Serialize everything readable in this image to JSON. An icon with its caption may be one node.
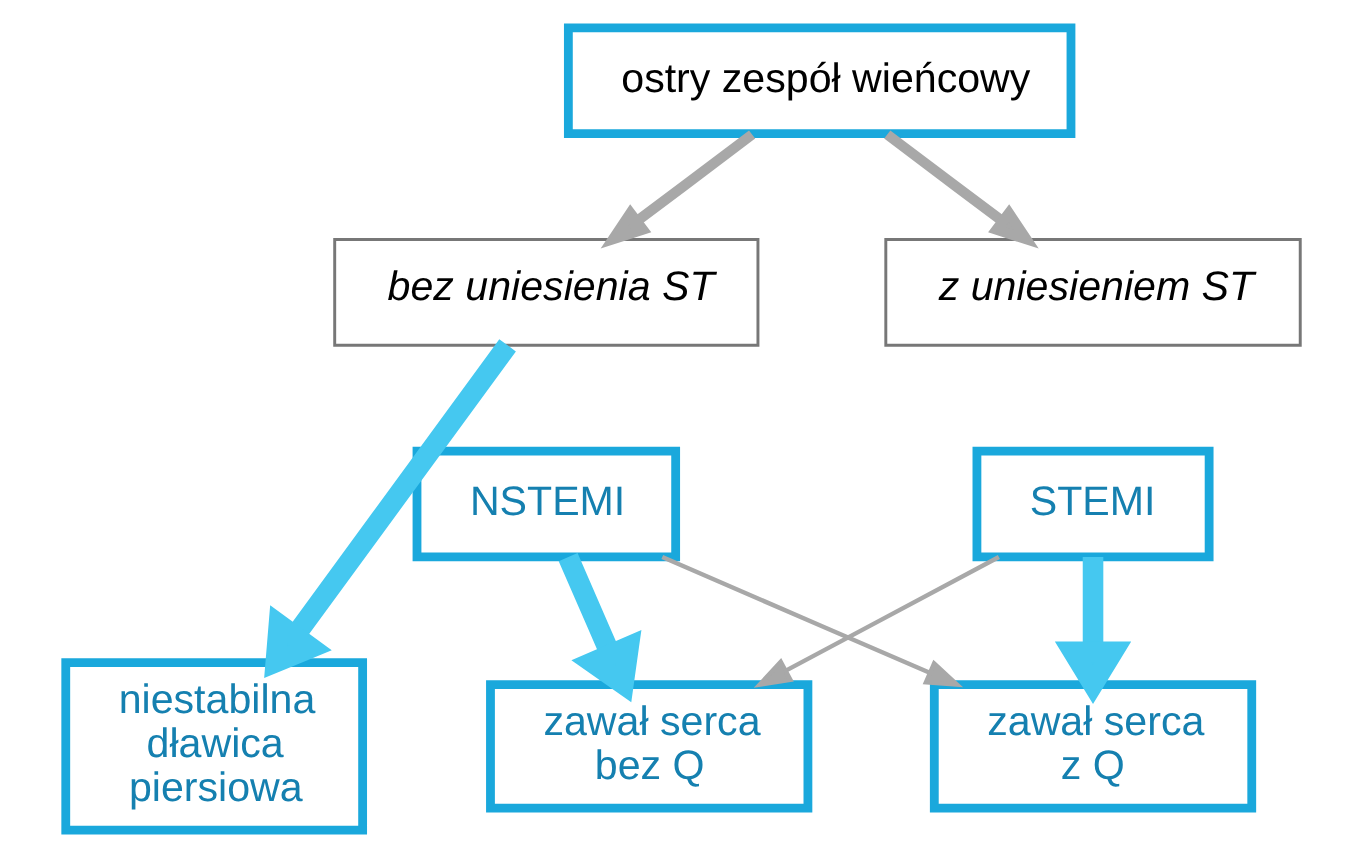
{
  "diagram": {
    "nodes": [
      {
        "text": [
          "ostry zespół wieńcowy"
        ]
      },
      {
        "text": [
          "bez uniesienia ST"
        ]
      },
      {
        "text": [
          "NSTEMI"
        ]
      },
      {
        "text": [
          "z uniesieniem ST"
        ]
      },
      {
        "text": [
          "STEMI"
        ]
      },
      {
        "text": [
          "niestabilna dławica piersiowa"
        ]
      },
      {
        "text": [
          "zawał serca bez Q"
        ]
      },
      {
        "text": [
          "zawał serca z Q"
        ]
      }
    ],
    "edges": [
      {
        "from": 0,
        "to": 1,
        "arrow": "to"
      },
      {
        "from": 0,
        "to": 3,
        "arrow": "to"
      },
      {
        "from": 1,
        "to": 5,
        "arrow": "to",
        "style": "thick",
        "color": "#45c8f0"
      },
      {
        "from": 2,
        "to": 6,
        "arrow": "to",
        "style": "thick",
        "color": "#45c8f0"
      },
      {
        "from": 2,
        "to": 7,
        "arrow": "to"
      },
      {
        "from": 4,
        "to": 6,
        "arrow": "to"
      },
      {
        "from": 4,
        "to": 7,
        "arrow": "to",
        "style": "thick",
        "color": "#45c8f0"
      }
    ]
  }
}
